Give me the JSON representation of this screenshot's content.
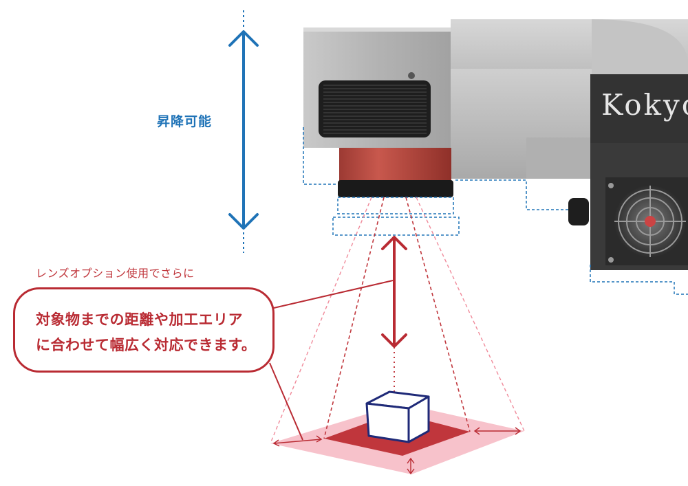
{
  "labels": {
    "up_down": "昇降可能",
    "lens_option": "レンズオプション使用でさらに",
    "callout_line1": "対象物までの距離や加工エリア",
    "callout_line2": "に合わせて幅広く対応できます。"
  },
  "device": {
    "brand_text": "Kokyo"
  },
  "colors": {
    "blue": "#1f73b7",
    "red": "#b92b33",
    "pink_area": "#f7c2cb",
    "dark_red_area": "#c0363c",
    "cube_outline": "#1f2a78",
    "lens_red": "#b5483f",
    "housing_grey": "#b9b9b9",
    "panel_dark": "#3a3a3a"
  },
  "icons": {
    "vertical_arrow": "double-headed-arrow-icon",
    "focus_arrow": "double-headed-arrow-icon",
    "fan": "fan-icon",
    "vent": "vent-grille-icon",
    "cube": "cube-icon"
  }
}
